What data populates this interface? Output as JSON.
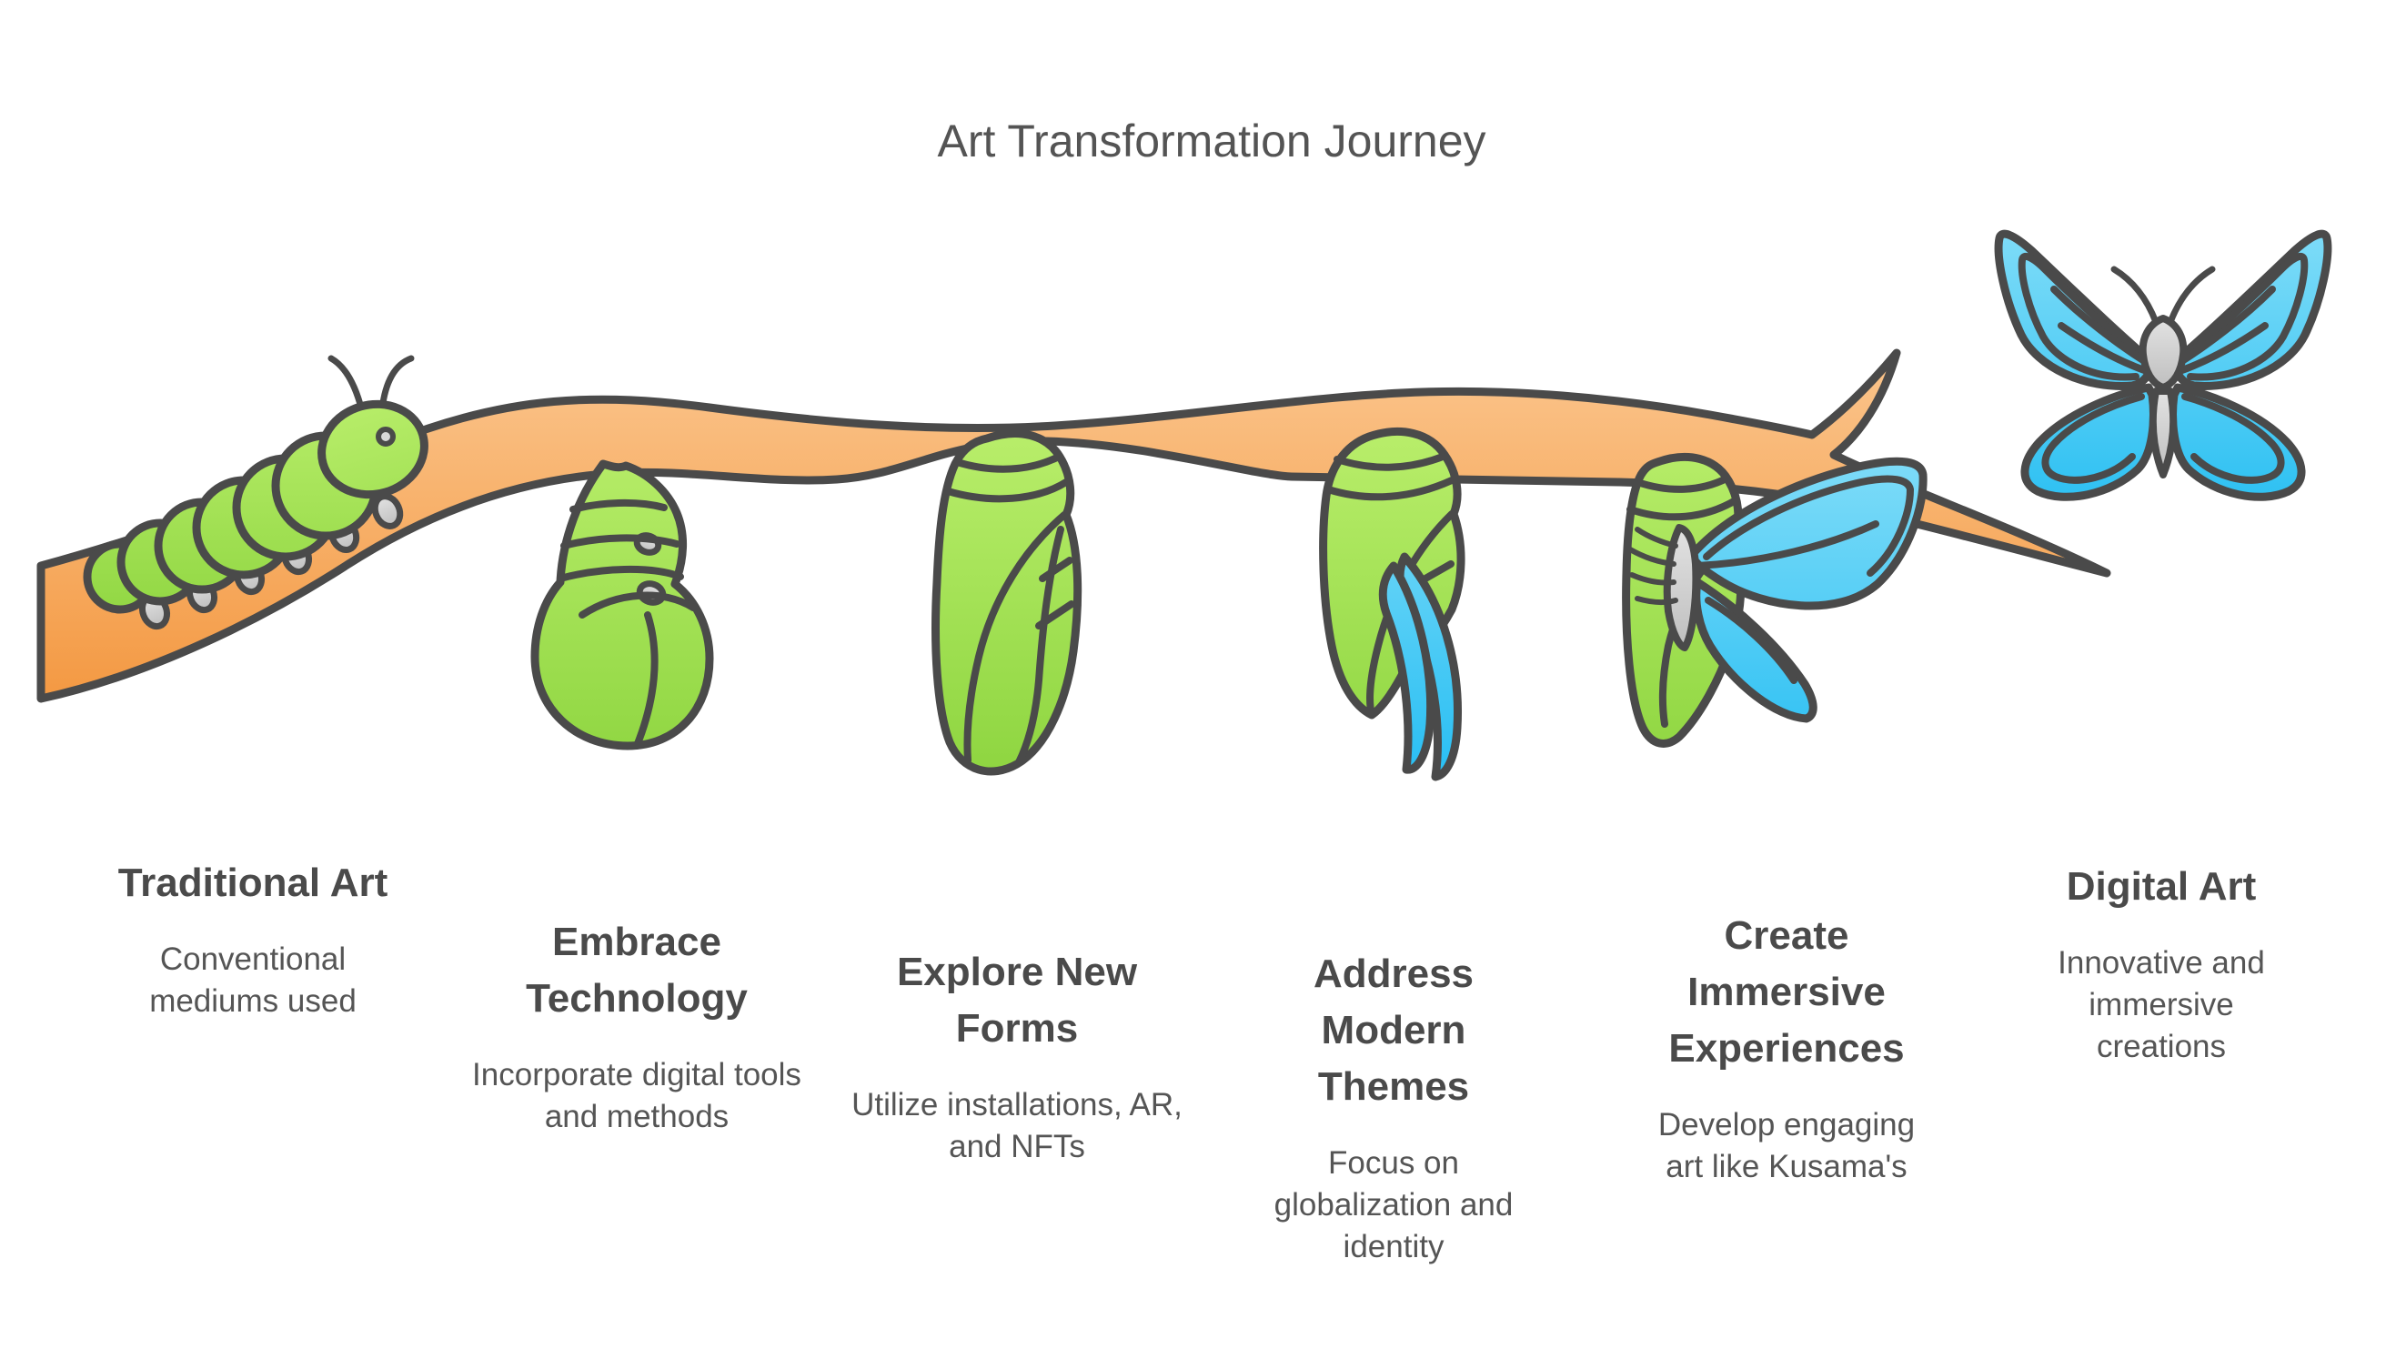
{
  "title": "Art Transformation Journey",
  "colors": {
    "branch_orange_light": "#FBC68E",
    "branch_orange_dark": "#F3953C",
    "green_light": "#B9EE6B",
    "green_dark": "#8CD43E",
    "blue_light": "#82DDF8",
    "blue_dark": "#29BFF2",
    "body_gray": "#CFCFCF",
    "outline": "#4A4A4A",
    "heading_text": "#4A4A4A",
    "body_text": "#555555"
  },
  "stages": [
    {
      "id": "traditional-art",
      "heading": "Traditional Art",
      "description": "Conventional mediums used",
      "figure": "caterpillar-on-branch"
    },
    {
      "id": "embrace-technology",
      "heading": "Embrace Technology",
      "description": "Incorporate digital tools and methods",
      "figure": "curling-caterpillar-chrysalis"
    },
    {
      "id": "explore-new-forms",
      "heading": "Explore New Forms",
      "description": "Utilize installations, AR, and NFTs",
      "figure": "green-chrysalis"
    },
    {
      "id": "address-modern-themes",
      "heading": "Address Modern Themes",
      "description": "Focus on globalization and identity",
      "figure": "chrysalis-with-emerging-blue-wings"
    },
    {
      "id": "create-immersive-experiences",
      "heading": "Create Immersive Experiences",
      "description": "Develop engaging art like Kusama's",
      "figure": "butterfly-emerging-from-chrysalis"
    },
    {
      "id": "digital-art",
      "heading": "Digital Art",
      "description": "Innovative and immersive creations",
      "figure": "blue-butterfly"
    }
  ]
}
